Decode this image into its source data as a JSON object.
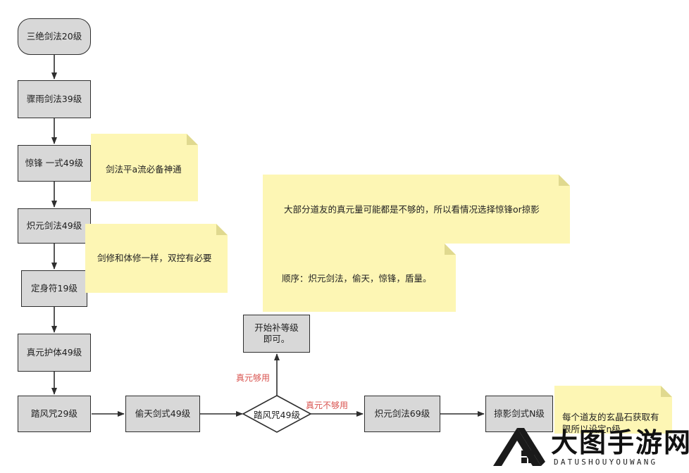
{
  "nodes": {
    "n1": "三绝剑法20级",
    "n2": "骤雨剑法39级",
    "n3": "惊锋 一式49级",
    "n4": "炽元剑法49级",
    "n5": "定身符19级",
    "n6": "真元护体49级",
    "n7": "踏风咒29级",
    "n8": "偷天剑式49级",
    "n9": "踏风咒49级",
    "n10": "炽元剑法69级",
    "n11": "掠影剑式N级",
    "n12_line1": "开始补等级",
    "n12_line2": "即可。"
  },
  "edge_labels": {
    "enough": "真元够用",
    "not_enough": "真元不够用"
  },
  "notes": {
    "note1": "剑法平a流必备神通",
    "note2": "剑修和体修一样，双控有必要",
    "note3": "大部分道友的真元量可能都是不够的，所以看情况选择惊锋or掠影",
    "note4": "顺序：炽元剑法，偷天，惊锋，盾量。",
    "note5_line1": "每个道友的玄晶石获取有",
    "note5_line2": "限所以设定n级"
  },
  "watermark": {
    "text": "大图手游网",
    "sub": "DATUSHOUYOUWANG"
  },
  "colors": {
    "node_fill": "#d8d8d8",
    "note_fill": "#fdf6b4",
    "edge_label": "#d9534f"
  }
}
